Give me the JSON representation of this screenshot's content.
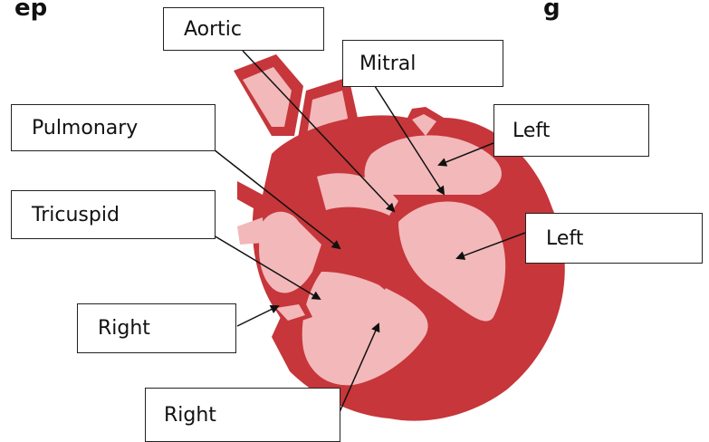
{
  "title_left": "ep",
  "title_right": "g",
  "colors": {
    "heart_outer": "#c6363a",
    "heart_inner": "#f3b8ba",
    "heart_highlight": "#f8c9cb"
  },
  "labels": {
    "aortic": "Aortic",
    "mitral": "Mitral",
    "pulmonary": "Pulmonary",
    "left_atrium": "Left",
    "tricuspid": "Tricuspid",
    "left_ventricle": "Left",
    "right_atrium": "Right",
    "right_ventricle": "Right"
  }
}
